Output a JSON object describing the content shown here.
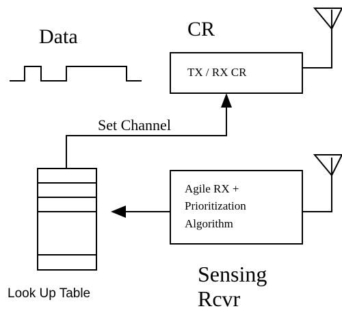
{
  "diagram": {
    "labels": {
      "data": "Data",
      "cr": "CR",
      "tx_rx_cr": "TX / RX CR",
      "set_channel": "Set Channel",
      "agile_line1": "Agile RX +",
      "agile_line2": "Prioritization",
      "agile_line3": "Algorithm",
      "sensing": "Sensing",
      "rcvr": "Rcvr",
      "look_up_table": "Look Up Table"
    },
    "colors": {
      "stroke": "#000000",
      "background": "#ffffff",
      "text": "#000000"
    }
  }
}
